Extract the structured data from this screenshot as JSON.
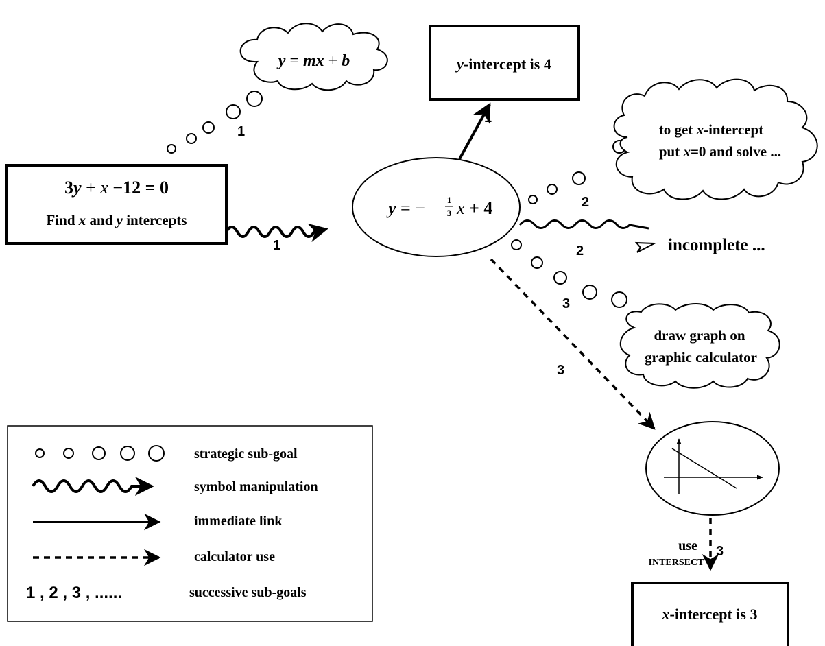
{
  "start_box": {
    "equation": {
      "p1": "3",
      "v1": "y",
      "p2": " + ",
      "v2": "x",
      "p3": " −12 = 0"
    },
    "task": {
      "p1": "Find ",
      "v1": "x",
      "p2": " and ",
      "v2": "y",
      "p3": " intercepts"
    }
  },
  "center_ellipse": {
    "lhs": "y",
    "eq": " = −",
    "frac_num": "1",
    "frac_den": "3",
    "var": "x",
    "rhs": " + 4"
  },
  "cloud_slope_form": {
    "v1": "y",
    "p1": " = ",
    "v2": "mx",
    "p2": " + ",
    "v3": "b"
  },
  "y_intercept_box": {
    "var": "y",
    "text": "-intercept is 4"
  },
  "cloud_x_intercept": {
    "line1": {
      "p1": "to get ",
      "var": "x",
      "p2": "-intercept"
    },
    "line2": {
      "p1": "put ",
      "var": "x",
      "p2": "=0 and solve ..."
    }
  },
  "incomplete_label": "incomplete ...",
  "cloud_graph": {
    "line1": "draw graph on",
    "line2": "graphic calculator"
  },
  "use_label": {
    "line1": "use",
    "line2": "INTERSECT"
  },
  "x_intercept_box": {
    "var": "x",
    "text": "-intercept is 3"
  },
  "step_numbers": {
    "s1_cloud": "1",
    "s1_wavy": "1",
    "s1_arrow": "1",
    "s2_cloud": "2",
    "s2_wavy": "2",
    "s3_cloud": "3",
    "s3_dashed": "3",
    "s3_use": "3"
  },
  "legend": {
    "items": [
      {
        "icon": "circles-icon",
        "label": "strategic sub-goal"
      },
      {
        "icon": "wavy-arrow-icon",
        "label": "symbol manipulation"
      },
      {
        "icon": "solid-arrow-icon",
        "label": "immediate link"
      },
      {
        "icon": "dashed-arrow-icon",
        "label": "calculator use"
      },
      {
        "icon": "numbers",
        "label": "successive sub-goals"
      }
    ],
    "numbers_text": "1 , 2 , 3 , ......"
  }
}
